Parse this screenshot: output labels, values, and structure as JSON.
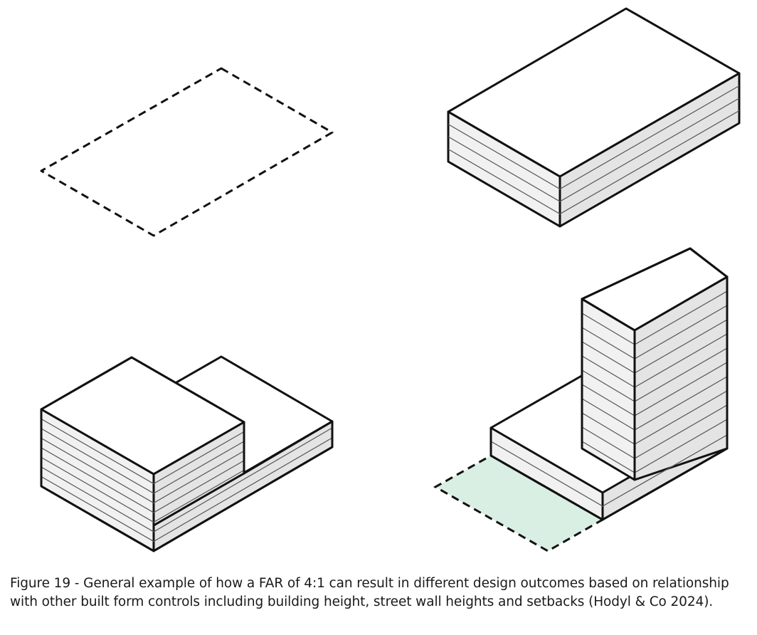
{
  "figure": {
    "panels": [
      {
        "id": "empty-site",
        "floors": 0
      },
      {
        "id": "podium-block",
        "floors": 4
      },
      {
        "id": "stepped-block",
        "floors": 8
      },
      {
        "id": "tower-with-setback",
        "floors": 12
      }
    ],
    "colors": {
      "outline": "#111111",
      "top_face": "#ffffff",
      "left_face": "#f1f1f1",
      "right_face": "#e4e4e4",
      "floor_lines": "#555555",
      "open_space": "#d9efe3"
    }
  },
  "caption": {
    "text": "Figure 19 - General example of how a FAR of 4:1 can result in different design outcomes based on relationship with other built form controls including building height, street wall heights and setbacks (Hodyl & Co 2024)."
  }
}
